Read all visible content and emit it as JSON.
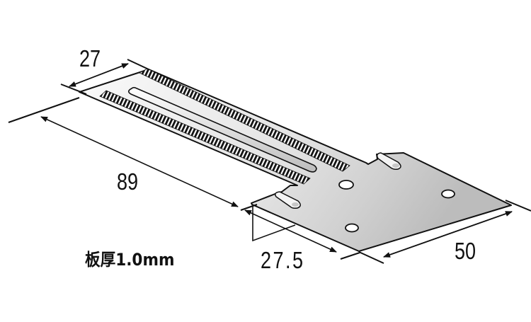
{
  "diagram": {
    "type": "isometric technical drawing",
    "subject": "metal bracket plate with slotted strip",
    "dimensions": {
      "width_top": "27",
      "length": "89",
      "step_offset": "27.5",
      "base_width": "50"
    },
    "note": "板厚1.0mm",
    "features": {
      "slots": 1,
      "knurled_rows": 2,
      "holes": 3,
      "raised_tabs": 2
    },
    "colors": {
      "line": "#111111",
      "plate_light": "#f2f2f2",
      "plate_dark": "#b9b9b9",
      "background": "#ffffff"
    }
  }
}
